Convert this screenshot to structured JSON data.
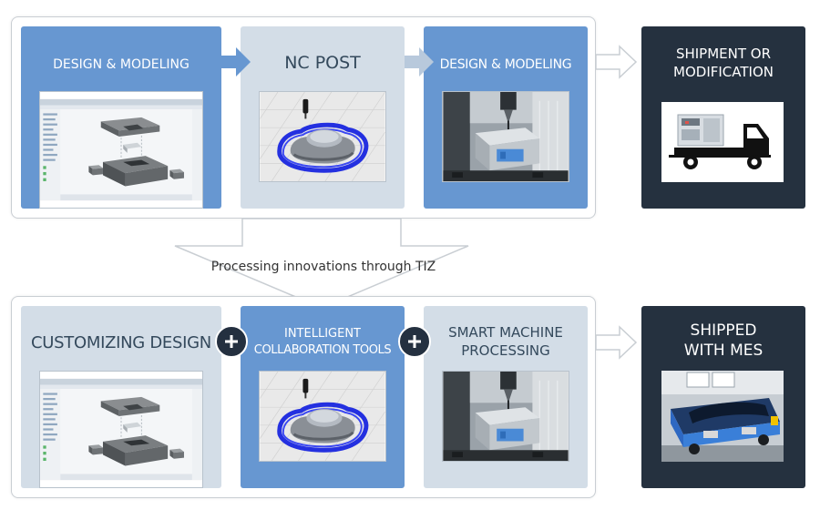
{
  "top_row": {
    "step1": {
      "title": "DESIGN & MODELING",
      "image": "cad-model-icon"
    },
    "step2": {
      "title": "NC POST",
      "image": "toolpath-icon"
    },
    "step3": {
      "title": "DESIGN & MODELING",
      "image": "cnc-machine-icon"
    },
    "result": {
      "title_line1": "SHIPMENT OR",
      "title_line2": "MODIFICATION",
      "image": "truck-icon"
    }
  },
  "caption": "Processing innovations through TIZ",
  "bottom_row": {
    "step1": {
      "title": "CUSTOMIZING DESIGN",
      "image": "cad-model-icon"
    },
    "step2": {
      "title_line1": "INTELLIGENT",
      "title_line2": "COLLABORATION TOOLS",
      "image": "toolpath-icon"
    },
    "step3": {
      "title_line1": "SMART MACHINE",
      "title_line2": "PROCESSING",
      "image": "cnc-machine-icon"
    },
    "result": {
      "title_line1": "SHIPPED",
      "title_line2": "WITH MES",
      "image": "agv-robot-icon"
    }
  },
  "colors": {
    "blue_card": "#6797d1",
    "light_card": "#d3dde7",
    "dark_card": "#25313f",
    "arrow_blue": "#6797d1",
    "arrow_light": "#b8c9dc"
  }
}
